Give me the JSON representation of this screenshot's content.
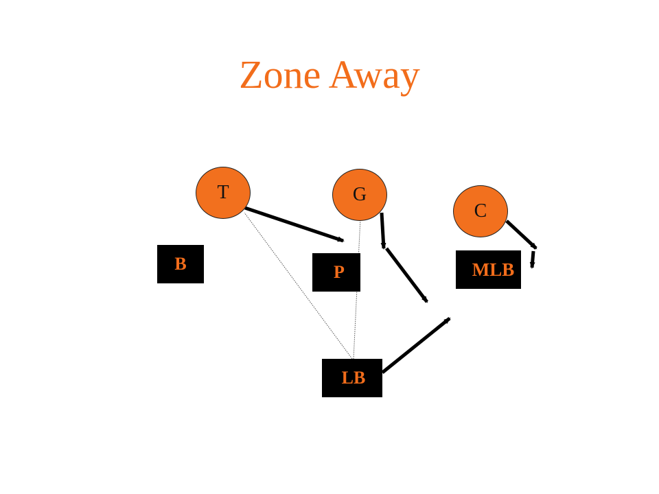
{
  "title": "Zone Away",
  "colors": {
    "title": "#f26d1b",
    "player_fill": "#f2701e",
    "defender_fill": "#000000",
    "defender_text": "#f26d1b",
    "arrow": "#000000",
    "thin_line": "#555555"
  },
  "offense": {
    "tackle": "T",
    "guard": "G",
    "center": "C"
  },
  "defense": {
    "back": "B",
    "player_p": "P",
    "middle_linebacker": "MLB",
    "linebacker": "LB"
  }
}
